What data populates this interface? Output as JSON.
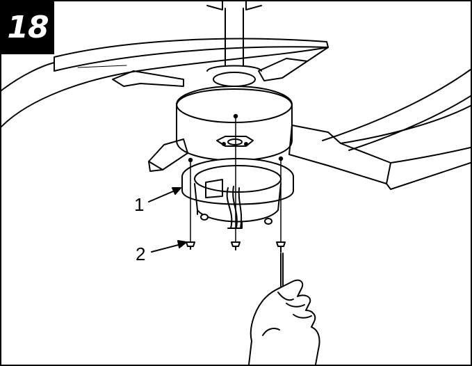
{
  "step": {
    "number": "18"
  },
  "callouts": [
    {
      "label": "1"
    },
    {
      "label": "2"
    }
  ],
  "colors": {
    "ink": "#000000",
    "paper": "#ffffff",
    "badge": "#000000"
  }
}
